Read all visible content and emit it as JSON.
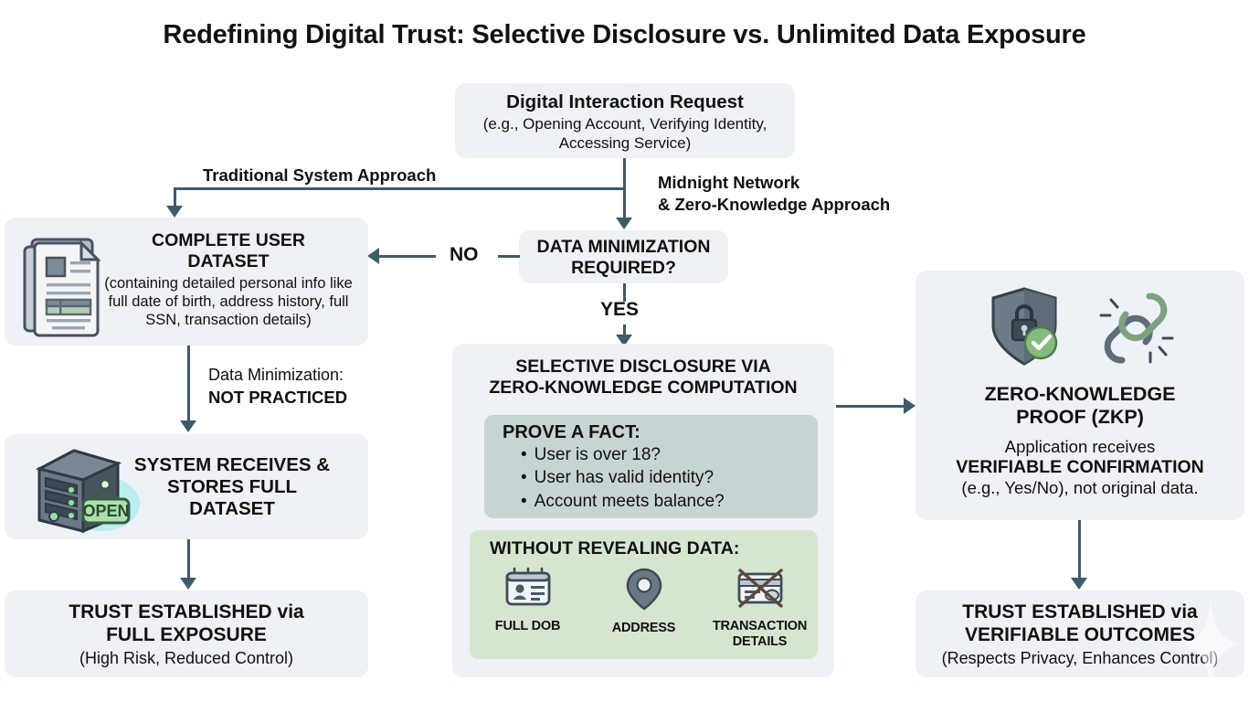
{
  "title": "Redefining Digital Trust: Selective Disclosure vs. Unlimited Data Exposure",
  "colors": {
    "box_bg": "#eef1f5",
    "connector": "#3f5a6b",
    "panel_prove_bg": "#c6d5d3",
    "panel_without_bg": "#d6e5d0",
    "page_bg": "#ffffff",
    "text": "#111111",
    "accent_green": "#7fb37a"
  },
  "nodes": {
    "request": {
      "title": "Digital Interaction Request",
      "subtitle": "(e.g., Opening Account, Verifying Identity, Accessing Service)"
    },
    "decision": {
      "title_line1": "DATA MINIMIZATION",
      "title_line2": "REQUIRED?"
    },
    "complete_dataset": {
      "title_line1": "COMPLETE USER",
      "title_line2": "DATASET",
      "subtitle": "(containing detailed personal info like full date of birth, address history, full SSN, transaction details)",
      "icon": "documents-stack-icon"
    },
    "system_stores": {
      "title_line1": "SYSTEM RECEIVES &",
      "title_line2": "STORES FULL",
      "title_line3": "DATASET",
      "icon": "server-open-icon",
      "icon_sign_label": "OPEN"
    },
    "trust_full_exposure": {
      "title_line1": "TRUST ESTABLISHED via",
      "title_line2": "FULL EXPOSURE",
      "subtitle": "(High Risk, Reduced Control)"
    },
    "selective_disclosure": {
      "title_line1": "SELECTIVE DISCLOSURE VIA",
      "title_line2": "ZERO-KNOWLEDGE COMPUTATION",
      "prove_panel": {
        "heading": "PROVE A FACT:",
        "items": [
          "User is over 18?",
          "User has valid identity?",
          "Account meets balance?"
        ]
      },
      "without_panel": {
        "heading": "WITHOUT REVEALING DATA:",
        "items": [
          {
            "caption": "FULL DOB",
            "icon": "id-card-icon",
            "crossed": false
          },
          {
            "caption": "ADDRESS",
            "icon": "map-pin-icon",
            "crossed": false
          },
          {
            "caption": "TRANSACTION DETAILS",
            "icon": "credit-card-crossed-icon",
            "crossed": true
          }
        ]
      }
    },
    "zkp": {
      "title_line1": "ZERO-KNOWLEDGE",
      "title_line2": "PROOF (ZKP)",
      "sub_line1": "Application receives",
      "sub_line2_bold": "VERIFIABLE CONFIRMATION",
      "sub_line3": "(e.g., Yes/No), not original data.",
      "icons": [
        "shield-lock-check-icon",
        "chain-link-icon"
      ]
    },
    "trust_verifiable": {
      "title_line1": "TRUST ESTABLISHED via",
      "title_line2": "VERIFIABLE OUTCOMES",
      "subtitle": "(Respects Privacy, Enhances Control)"
    }
  },
  "edges": {
    "traditional_label": "Traditional System Approach",
    "midnight_label_line1": "Midnight Network",
    "midnight_label_line2": "& Zero-Knowledge Approach",
    "no_label": "NO",
    "yes_label": "YES",
    "data_min_line1": "Data Minimization:",
    "data_min_line2_bold": "NOT PRACTICED"
  },
  "watermark": {
    "icon": "sparkle-icon"
  }
}
